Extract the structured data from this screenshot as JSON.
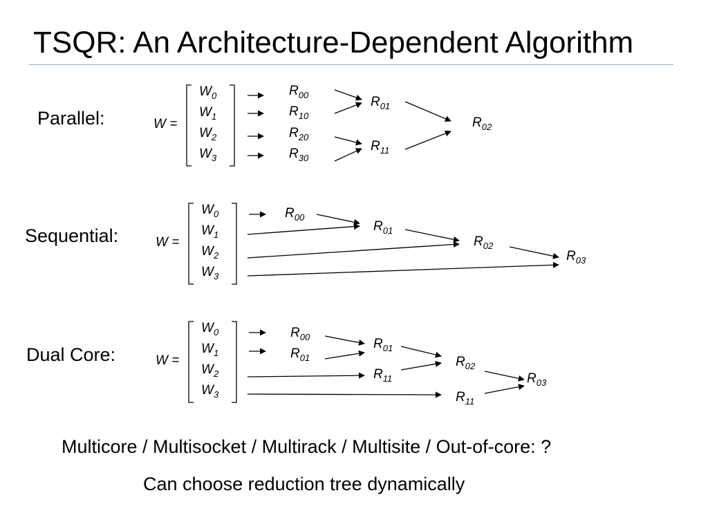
{
  "slide": {
    "title": "TSQR: An Architecture-Dependent Algorithm",
    "footer_line1": "Multicore / Multisocket / Multirack / Multisite / Out-of-core:  ?",
    "footer_line2": "Can choose reduction tree dynamically"
  },
  "sections": [
    {
      "label": "Parallel:",
      "matrix_symbol": "W =",
      "blocks": [
        {
          "base": "W",
          "sub": "0"
        },
        {
          "base": "W",
          "sub": "1"
        },
        {
          "base": "W",
          "sub": "2"
        },
        {
          "base": "W",
          "sub": "3"
        }
      ],
      "nodes": [
        {
          "base": "R",
          "sub": "00"
        },
        {
          "base": "R",
          "sub": "10"
        },
        {
          "base": "R",
          "sub": "20"
        },
        {
          "base": "R",
          "sub": "30"
        },
        {
          "base": "R",
          "sub": "01"
        },
        {
          "base": "R",
          "sub": "11"
        },
        {
          "base": "R",
          "sub": "02"
        }
      ]
    },
    {
      "label": "Sequential:",
      "matrix_symbol": "W =",
      "blocks": [
        {
          "base": "W",
          "sub": "0"
        },
        {
          "base": "W",
          "sub": "1"
        },
        {
          "base": "W",
          "sub": "2"
        },
        {
          "base": "W",
          "sub": "3"
        }
      ],
      "nodes": [
        {
          "base": "R",
          "sub": "00"
        },
        {
          "base": "R",
          "sub": "01"
        },
        {
          "base": "R",
          "sub": "02"
        },
        {
          "base": "R",
          "sub": "03"
        }
      ]
    },
    {
      "label": "Dual Core:",
      "matrix_symbol": "W =",
      "blocks": [
        {
          "base": "W",
          "sub": "0"
        },
        {
          "base": "W",
          "sub": "1"
        },
        {
          "base": "W",
          "sub": "2"
        },
        {
          "base": "W",
          "sub": "3"
        }
      ],
      "nodes": [
        {
          "base": "R",
          "sub": "00"
        },
        {
          "base": "R",
          "sub": "01"
        },
        {
          "base": "R",
          "sub": "01"
        },
        {
          "base": "R",
          "sub": "11"
        },
        {
          "base": "R",
          "sub": "02"
        },
        {
          "base": "R",
          "sub": "11"
        },
        {
          "base": "R",
          "sub": "03"
        }
      ]
    }
  ]
}
